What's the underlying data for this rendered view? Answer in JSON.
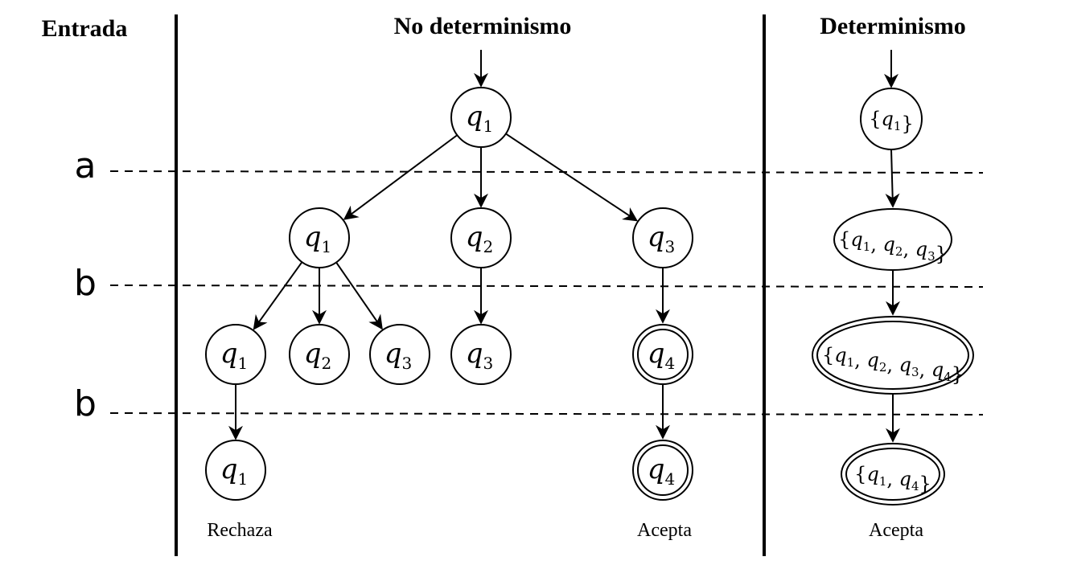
{
  "headers": {
    "input": "Entrada",
    "nondeterminism": "No determinismo",
    "determinism": "Determinismo"
  },
  "input_symbols": [
    "a",
    "b",
    "b"
  ],
  "nfa_nodes": [
    {
      "id": "n0",
      "label": "q1",
      "accepting": false
    },
    {
      "id": "n1",
      "label": "q1",
      "accepting": false
    },
    {
      "id": "n2",
      "label": "q2",
      "accepting": false
    },
    {
      "id": "n3",
      "label": "q3",
      "accepting": false
    },
    {
      "id": "n4",
      "label": "q1",
      "accepting": false
    },
    {
      "id": "n5",
      "label": "q2",
      "accepting": false
    },
    {
      "id": "n6",
      "label": "q3",
      "accepting": false
    },
    {
      "id": "n7",
      "label": "q3",
      "accepting": false
    },
    {
      "id": "n8",
      "label": "q4",
      "accepting": true
    },
    {
      "id": "n9",
      "label": "q1",
      "accepting": false
    },
    {
      "id": "n10",
      "label": "q4",
      "accepting": true
    }
  ],
  "nfa_edges": [
    [
      "n0",
      "n1"
    ],
    [
      "n0",
      "n2"
    ],
    [
      "n0",
      "n3"
    ],
    [
      "n1",
      "n4"
    ],
    [
      "n1",
      "n5"
    ],
    [
      "n1",
      "n6"
    ],
    [
      "n2",
      "n7"
    ],
    [
      "n3",
      "n8"
    ],
    [
      "n4",
      "n9"
    ],
    [
      "n8",
      "n10"
    ]
  ],
  "dfa_nodes": [
    {
      "id": "d0",
      "states": [
        "q1"
      ],
      "accepting": false
    },
    {
      "id": "d1",
      "states": [
        "q1",
        "q2",
        "q3"
      ],
      "accepting": false
    },
    {
      "id": "d2",
      "states": [
        "q1",
        "q2",
        "q3",
        "q4"
      ],
      "accepting": true
    },
    {
      "id": "d3",
      "states": [
        "q1",
        "q4"
      ],
      "accepting": true
    }
  ],
  "dfa_edges": [
    [
      "d0",
      "d1"
    ],
    [
      "d1",
      "d2"
    ],
    [
      "d2",
      "d3"
    ]
  ],
  "captions": {
    "nfa_reject": "Rechaza",
    "nfa_accept": "Acepta",
    "dfa_accept": "Acepta"
  }
}
